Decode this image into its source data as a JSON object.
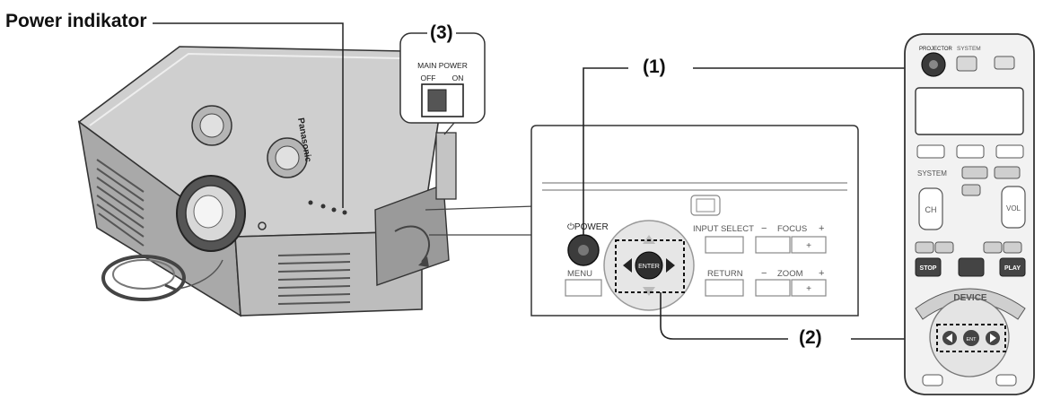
{
  "callouts": {
    "power_indicator": "Power indikator",
    "step1": "(1)",
    "step2": "(2)",
    "step3": "(3)"
  },
  "main_power": {
    "title": "MAIN POWER",
    "off": "OFF",
    "on": "ON"
  },
  "projector": {
    "brand": "Panasonic"
  },
  "panel": {
    "power": "⏻POWER",
    "input_select": "INPUT SELECT",
    "focus": "FOCUS",
    "zoom": "ZOOM",
    "minus": "−",
    "plus": "+",
    "menu": "MENU",
    "return": "RETURN",
    "enter": "ENTER"
  },
  "remote": {
    "projector": "PROJECTOR",
    "system": "SYSTEM",
    "ch": "CH",
    "vol": "VOL",
    "stop": "STOP",
    "play": "PLAY",
    "device": "DEVICE",
    "ent": "ENT"
  }
}
